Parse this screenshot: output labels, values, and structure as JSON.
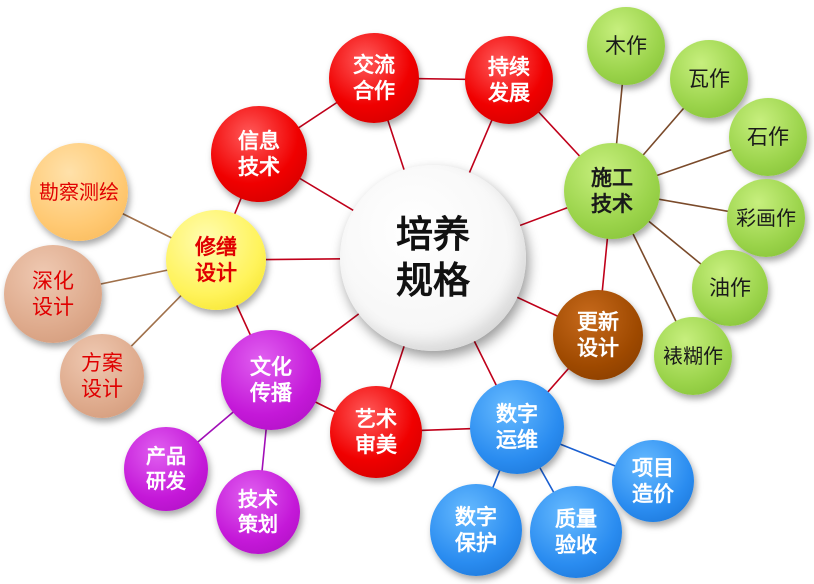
{
  "diagram": {
    "center": {
      "label": "培养\n规格",
      "type": "white"
    },
    "nodes": [
      {
        "id": "xinxi",
        "label": "信息\n技术",
        "type": "red"
      },
      {
        "id": "jiaoliu",
        "label": "交流\n合作",
        "type": "red"
      },
      {
        "id": "chixu",
        "label": "持续\n发展",
        "type": "red"
      },
      {
        "id": "shigong",
        "label": "施工\n技术",
        "type": "green"
      },
      {
        "id": "muzuo",
        "label": "木作",
        "type": "green"
      },
      {
        "id": "wazuo",
        "label": "瓦作",
        "type": "green"
      },
      {
        "id": "shizuo",
        "label": "石作",
        "type": "green"
      },
      {
        "id": "caihua",
        "label": "彩画作",
        "type": "green"
      },
      {
        "id": "youzuo",
        "label": "油作",
        "type": "green"
      },
      {
        "id": "biaohu",
        "label": "裱糊作",
        "type": "green"
      },
      {
        "id": "gengxin",
        "label": "更新\n设计",
        "type": "brown"
      },
      {
        "id": "shuzi",
        "label": "数字\n运维",
        "type": "blue"
      },
      {
        "id": "xiangmu",
        "label": "项目\n造价",
        "type": "blue"
      },
      {
        "id": "zhiliang",
        "label": "质量\n验收",
        "type": "blue"
      },
      {
        "id": "baohu",
        "label": "数字\n保护",
        "type": "blue"
      },
      {
        "id": "yishu",
        "label": "艺术\n审美",
        "type": "red"
      },
      {
        "id": "wenhua",
        "label": "文化\n传播",
        "type": "purple"
      },
      {
        "id": "chanpin",
        "label": "产品\n研发",
        "type": "purple"
      },
      {
        "id": "jishu",
        "label": "技术\n策划",
        "type": "purple"
      },
      {
        "id": "xiushan",
        "label": "修缮\n设计",
        "type": "yellow"
      },
      {
        "id": "kancha",
        "label": "勘察测绘",
        "type": "peach"
      },
      {
        "id": "shenhua",
        "label": "深化\n设计",
        "type": "tan"
      },
      {
        "id": "fangan",
        "label": "方案\n设计",
        "type": "tan"
      }
    ],
    "edges": [
      [
        "center",
        "xinxi"
      ],
      [
        "center",
        "jiaoliu"
      ],
      [
        "center",
        "chixu"
      ],
      [
        "center",
        "shigong"
      ],
      [
        "center",
        "gengxin"
      ],
      [
        "center",
        "shuzi"
      ],
      [
        "center",
        "yishu"
      ],
      [
        "center",
        "wenhua"
      ],
      [
        "center",
        "xiushan"
      ],
      [
        "xinxi",
        "jiaoliu"
      ],
      [
        "jiaoliu",
        "chixu"
      ],
      [
        "chixu",
        "shigong"
      ],
      [
        "shigong",
        "gengxin"
      ],
      [
        "gengxin",
        "shuzi"
      ],
      [
        "shuzi",
        "yishu"
      ],
      [
        "yishu",
        "wenhua"
      ],
      [
        "wenhua",
        "xiushan"
      ],
      [
        "xiushan",
        "xinxi"
      ],
      [
        "shigong",
        "muzuo"
      ],
      [
        "shigong",
        "wazuo"
      ],
      [
        "shigong",
        "shizuo"
      ],
      [
        "shigong",
        "caihua"
      ],
      [
        "shigong",
        "youzuo"
      ],
      [
        "shigong",
        "biaohu"
      ],
      [
        "shuzi",
        "xiangmu"
      ],
      [
        "shuzi",
        "zhiliang"
      ],
      [
        "shuzi",
        "baohu"
      ],
      [
        "wenhua",
        "chanpin"
      ],
      [
        "wenhua",
        "jishu"
      ],
      [
        "xiushan",
        "kancha"
      ],
      [
        "xiushan",
        "shenhua"
      ],
      [
        "xiushan",
        "fangan"
      ]
    ]
  },
  "colors": {
    "red_link": "#c0001a",
    "green_link": "#7a4a2a",
    "blue_link": "#1a5fd0",
    "purple_link": "#a20fb8",
    "tan_link": "#a0704a"
  }
}
